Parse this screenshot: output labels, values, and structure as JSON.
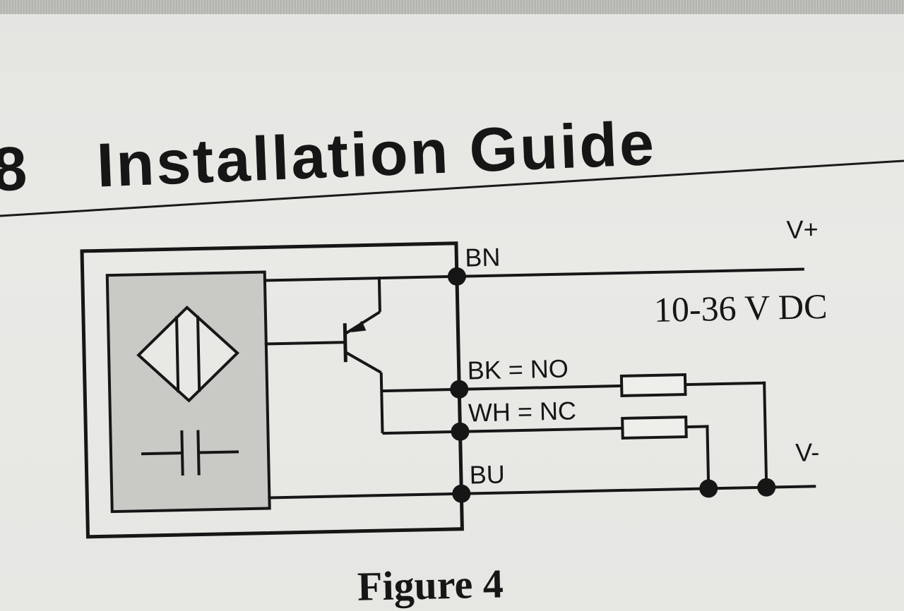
{
  "section": {
    "number": "8",
    "title": "Installation Guide"
  },
  "diagram": {
    "wires": {
      "bn": "BN",
      "bk": "BK = NO",
      "wh": "WH = NC",
      "bu": "BU"
    },
    "supply": {
      "positive": "V+",
      "negative": "V-",
      "voltage": "10-36 V DC"
    },
    "icons": {
      "sensor": "proximity-sensor-symbol-icon",
      "capacitor": "capacitor-symbol-icon",
      "transistor": "pnp-transistor-icon",
      "load": "resistor-load-icon"
    }
  },
  "figure": {
    "caption": "Figure 4"
  }
}
